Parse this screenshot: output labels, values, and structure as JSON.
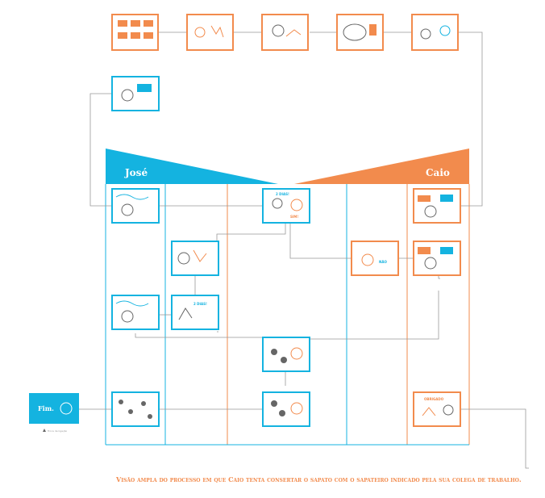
{
  "lanes": {
    "left_name": "José",
    "right_name": "Caio",
    "left_color": "#14b3e0",
    "right_color": "#f28b4d"
  },
  "speech_labels": {
    "two_days_top": "2 DIAS!",
    "yes_top": "SIM!",
    "two_days_mid": "2 DIAS!",
    "no_caio": "NÃO",
    "obrigado": "OBRIGADO"
  },
  "end_box": {
    "label": "Fim.",
    "legend": "Troca de ligação"
  },
  "caption": "Visão ampla do processo em que Caio tenta consertar o sapato com o sapateiro indicado pela sua colega de trabalho."
}
